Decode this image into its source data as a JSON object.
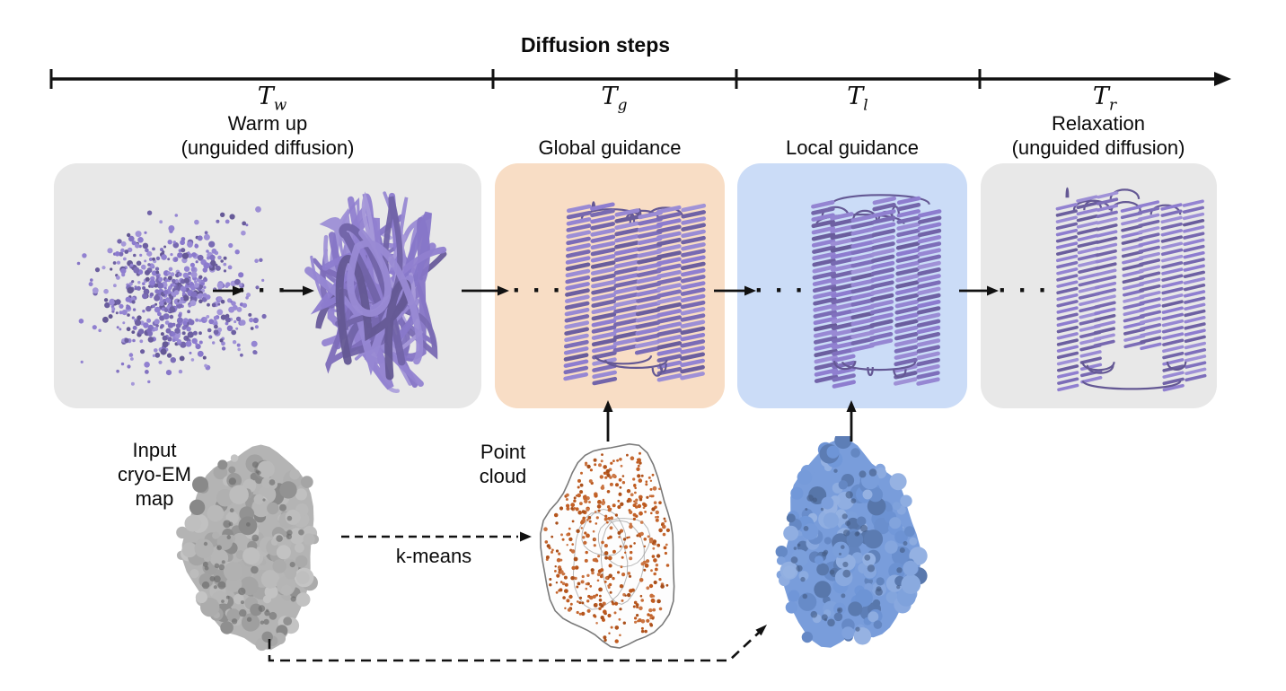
{
  "figure": {
    "title": "Diffusion steps"
  },
  "timeline": {
    "durations": [
      {
        "var": "T",
        "sub": "w"
      },
      {
        "var": "T",
        "sub": "g"
      },
      {
        "var": "T",
        "sub": "l"
      },
      {
        "var": "T",
        "sub": "r"
      }
    ]
  },
  "stages": [
    {
      "line1": "Warm up",
      "line2": "(unguided diffusion)",
      "color": "#e8e8e8"
    },
    {
      "line1": "Global guidance",
      "line2": "",
      "color": "#f8ddc5"
    },
    {
      "line1": "Local guidance",
      "line2": "",
      "color": "#cbdcf7"
    },
    {
      "line1": "Relaxation",
      "line2": "(unguided diffusion)",
      "color": "#e8e8e8"
    }
  ],
  "flow": {
    "ellipsis": "· · ·"
  },
  "inputs": {
    "cryoem_label_lines": [
      "Input",
      "cryo-EM",
      "map"
    ],
    "kmeans_label": "k-means",
    "point_cloud_label_lines": [
      "Point",
      "cloud"
    ]
  },
  "colors": {
    "warmup_box": "#e8e8e8",
    "global_box": "#f8ddc5",
    "local_box": "#cbdcf7",
    "relax_box": "#e8e8e8",
    "protein": "#8b7ace",
    "cryoem_map": "#aeaeae",
    "masked_map": "#6f96d8",
    "point_dots": "#c05a1e",
    "line": "#111111"
  }
}
